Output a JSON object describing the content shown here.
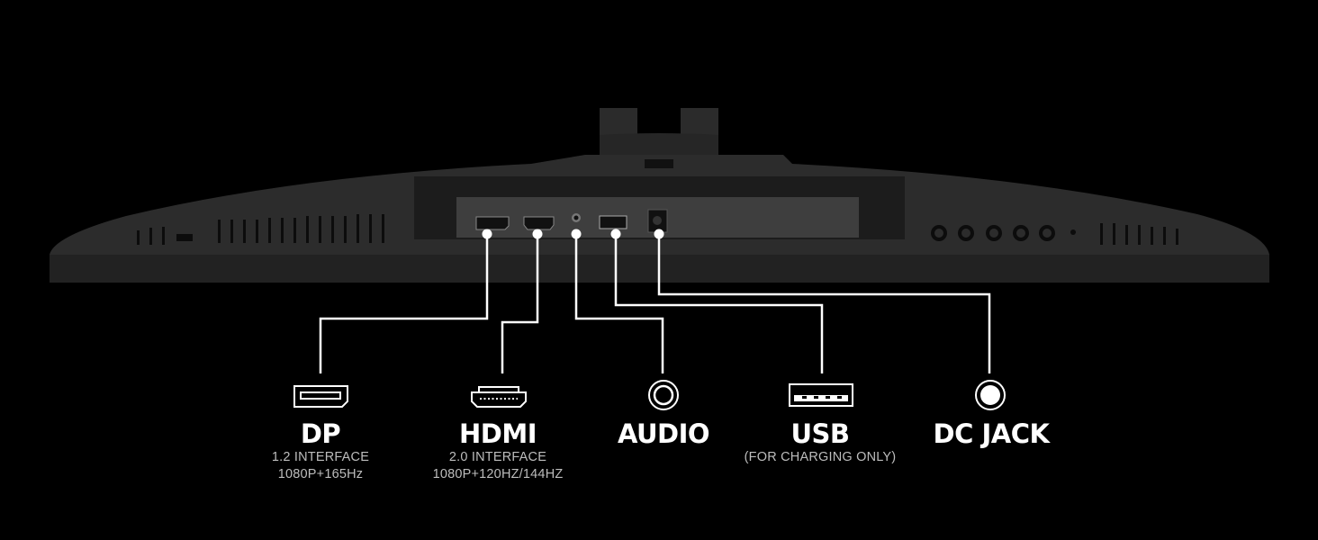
{
  "ports": [
    {
      "id": "dp",
      "name": "DP",
      "sub": [
        "1.2 INTERFACE",
        "1080P+165Hz"
      ],
      "icon": "displayport-icon"
    },
    {
      "id": "hdmi",
      "name": "HDMI",
      "sub": [
        "2.0 INTERFACE",
        "1080P+120HZ/144HZ"
      ],
      "icon": "hdmi-icon"
    },
    {
      "id": "audio",
      "name": "AUDIO",
      "sub": [],
      "icon": "audio-jack-icon"
    },
    {
      "id": "usb",
      "name": "USB",
      "sub": [
        "(FOR CHARGING ONLY)"
      ],
      "icon": "usb-icon"
    },
    {
      "id": "dcjack",
      "name": "DC JACK",
      "sub": [],
      "icon": "dc-jack-icon"
    }
  ],
  "colors": {
    "background": "#000000",
    "bezel": "#2a2a2a",
    "panel": "#3c3c3c",
    "line": "#ffffff",
    "subtext": "#bdbdbd"
  }
}
